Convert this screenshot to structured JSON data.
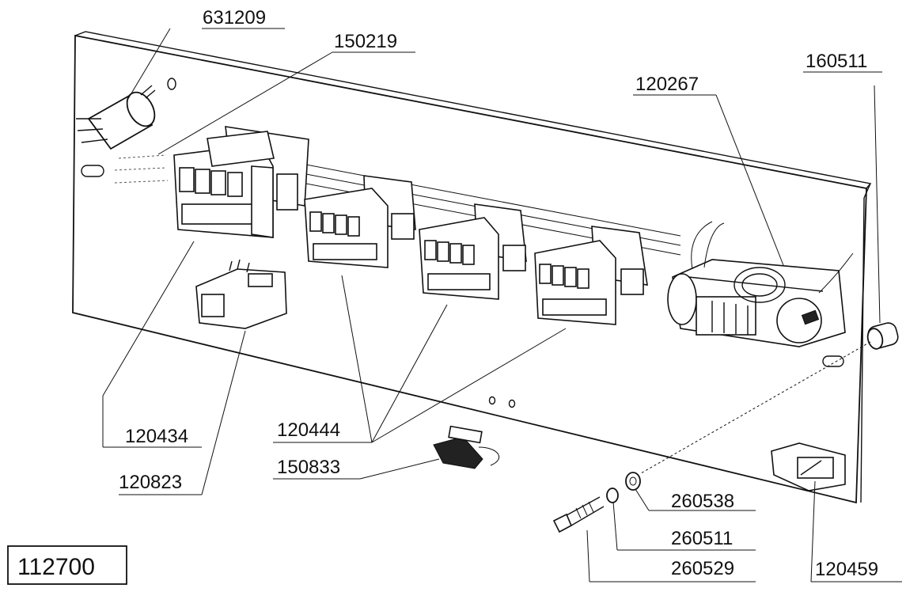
{
  "assembly_number": "112700",
  "part_labels": {
    "p631209": "631209",
    "p150219": "150219",
    "p160511": "160511",
    "p120267": "120267",
    "p120434": "120434",
    "p120823": "120823",
    "p120444": "120444",
    "p150833": "150833",
    "p260538": "260538",
    "p260511": "260511",
    "p260529": "260529",
    "p120459": "120459"
  },
  "colors": {
    "line": "#111111",
    "background": "#ffffff"
  }
}
